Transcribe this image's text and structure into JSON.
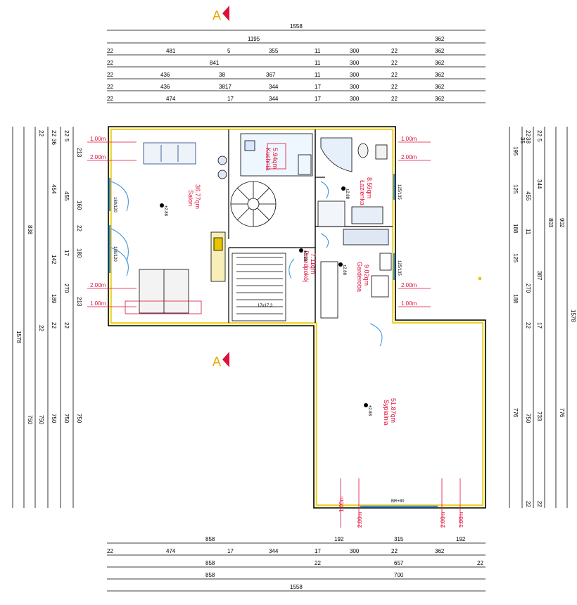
{
  "section_marker": "A",
  "top_dims": {
    "row0": [
      "1558"
    ],
    "row1": [
      "1195",
      "362"
    ],
    "row2": [
      "22",
      "481",
      "5",
      "355",
      "11",
      "300",
      "22",
      "362"
    ],
    "row3": [
      "22",
      "841",
      "11",
      "300",
      "22",
      "362"
    ],
    "row4": [
      "22",
      "436",
      "38",
      "367",
      "11",
      "300",
      "22",
      "362"
    ],
    "row5": [
      "22",
      "436",
      "3817",
      "344",
      "17",
      "300",
      "22",
      "362"
    ],
    "row6": [
      "22",
      "474",
      "17",
      "344",
      "17",
      "300",
      "22",
      "362"
    ]
  },
  "bottom_dims": {
    "row0": [
      "858",
      "192",
      "315",
      "192"
    ],
    "row1": [
      "22",
      "474",
      "17",
      "344",
      "17",
      "300",
      "22",
      "362"
    ],
    "row2": [
      "858",
      "22",
      "657",
      "22"
    ],
    "row3": [
      "858",
      "700"
    ],
    "row4": [
      "1558"
    ]
  },
  "left_dims": {
    "outer": "1578",
    "col1": "838",
    "col1b": "750",
    "col2a": "22",
    "col2b": "22",
    "col3": [
      "22",
      "36",
      "454",
      "142",
      "189",
      "22",
      "750"
    ],
    "col4": [
      "22",
      "5",
      "455",
      "17",
      "270",
      "22",
      "750"
    ],
    "col5": [
      "213",
      "160",
      "22",
      "180",
      "213",
      "750"
    ]
  },
  "right_dims": {
    "outer": "1578",
    "col1": [
      "902",
      "776"
    ],
    "col2": [
      "22",
      "5",
      "344",
      "803",
      "387",
      "17",
      "733",
      "22"
    ],
    "col3": [
      "22",
      "38",
      "35",
      "455",
      "11",
      "270",
      "22",
      "750",
      "22"
    ],
    "col4": [
      "195",
      "125",
      "188",
      "125",
      "188",
      "776"
    ]
  },
  "rooms": {
    "salon": {
      "name": "Salon",
      "area": "36.77qm"
    },
    "kuchnia": {
      "name": "Kuchnia",
      "area": "5.94qm"
    },
    "lazienka": {
      "name": "Łazienka",
      "area": "8.59qm"
    },
    "garderoba": {
      "name": "Garderoba",
      "area": "9.02qm"
    },
    "przedpokoj": {
      "name": "Przedpokój",
      "area": "7.11qm"
    },
    "sypialnia": {
      "name": "Sypialnia",
      "area": "51.87qm"
    }
  },
  "levels": {
    "salon": "±2.88",
    "lazienka": "±2.88",
    "garderoba": "±2.88",
    "przedpokoj": "±2.88",
    "sypialnia": "±2.88"
  },
  "heights": {
    "h100": "1.00m",
    "h200": "2.00m"
  },
  "windows": {
    "w1": "180/120",
    "w2": "180/120",
    "w3": "125/135",
    "w4": "125/135",
    "w5": "BR+80"
  },
  "stair_label": "17x17,3",
  "colors": {
    "wall_outline": "#000000",
    "wall_fill": "#f6e27a",
    "accent_red": "#e0103a",
    "window_blue": "#3b8ed8",
    "dimension_line": "#000000"
  }
}
